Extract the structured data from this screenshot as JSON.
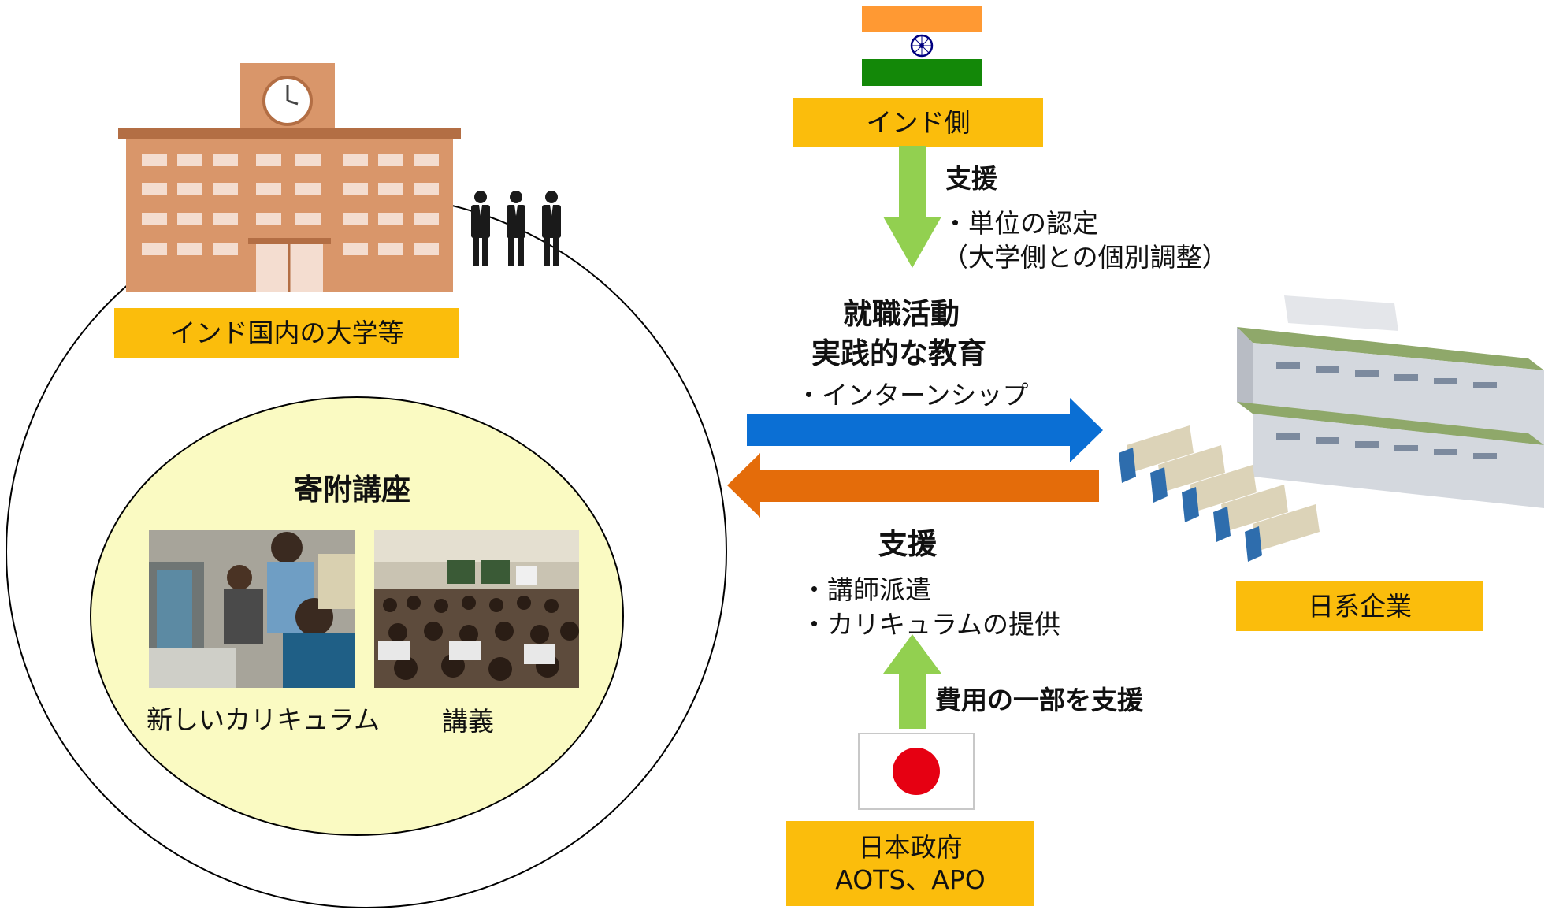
{
  "india_side": {
    "label": "インド側"
  },
  "university": {
    "label": "インド国内の大学等"
  },
  "endowed_course": {
    "title": "寄附講座",
    "photos": [
      {
        "caption": "新しいカリキュラム"
      },
      {
        "caption": "講義"
      }
    ]
  },
  "support_from_india": {
    "heading": "支援",
    "lines": [
      "・単位の認定",
      "（大学側との個別調整）"
    ]
  },
  "company_flow": {
    "heading_line1": "就職活動",
    "heading_line2": "実践的な教育",
    "item": "・インターンシップ"
  },
  "support_to_university": {
    "heading": "支援",
    "lines": [
      "・講師派遣",
      "・カリキュラムの提供"
    ]
  },
  "cost_support": {
    "label": "費用の一部を支援"
  },
  "japanese_companies": {
    "label": "日系企業"
  },
  "japan_government": {
    "line1": "日本政府",
    "line2": "AOTS、APO"
  },
  "colors": {
    "label_box": "#fbbd0c",
    "blue_arrow": "#0b6fd4",
    "orange_arrow": "#e46c0a",
    "green_arrow": "#92d050",
    "inner_circle": "#fafac2",
    "building": "#d9966a"
  },
  "icons": [
    "india-flag-icon",
    "japan-flag-icon",
    "school-building-icon",
    "students-icon",
    "factory-trucks-icon"
  ]
}
